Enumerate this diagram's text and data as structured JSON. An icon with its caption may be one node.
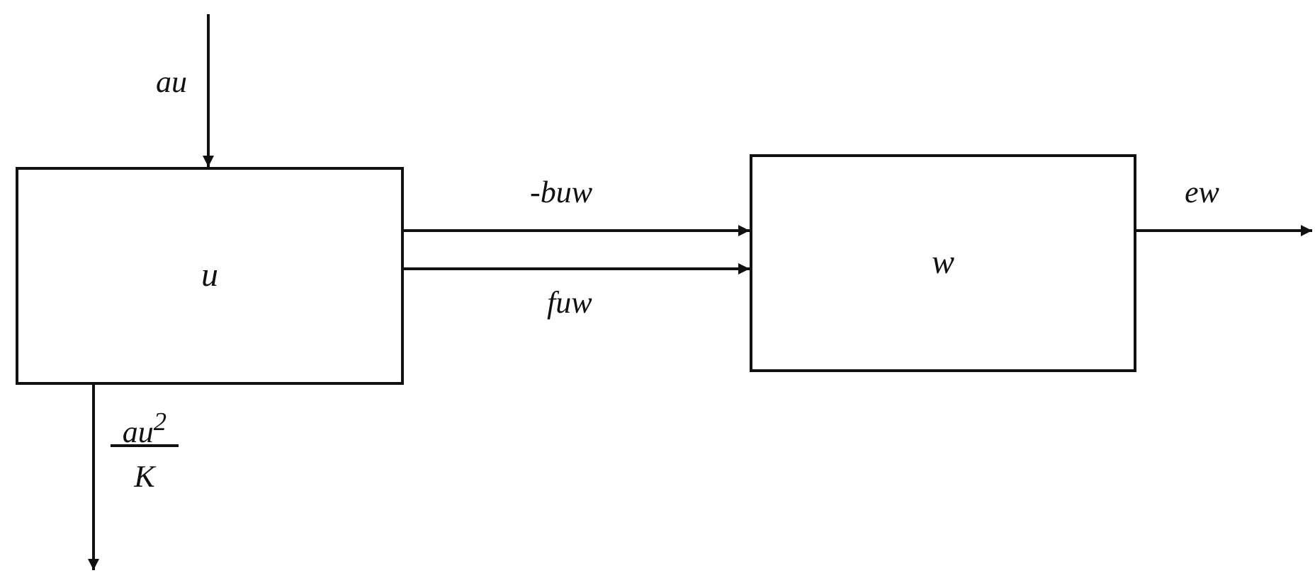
{
  "diagram": {
    "nodes": [
      {
        "text": [
          "u"
        ]
      },
      {
        "text": [
          "w"
        ]
      }
    ],
    "edges": [
      {
        "from": null,
        "to": 0,
        "arrow": "to",
        "label": "au"
      },
      {
        "from": 0,
        "to": 1,
        "arrow": "to",
        "label": "-buw"
      },
      {
        "from": 0,
        "to": 1,
        "arrow": "to",
        "label": "fuw"
      },
      {
        "from": 1,
        "to": null,
        "arrow": "to",
        "label": "ew"
      },
      {
        "from": 0,
        "to": null,
        "arrow": "to",
        "label": "au$^{2}$ K"
      }
    ]
  }
}
